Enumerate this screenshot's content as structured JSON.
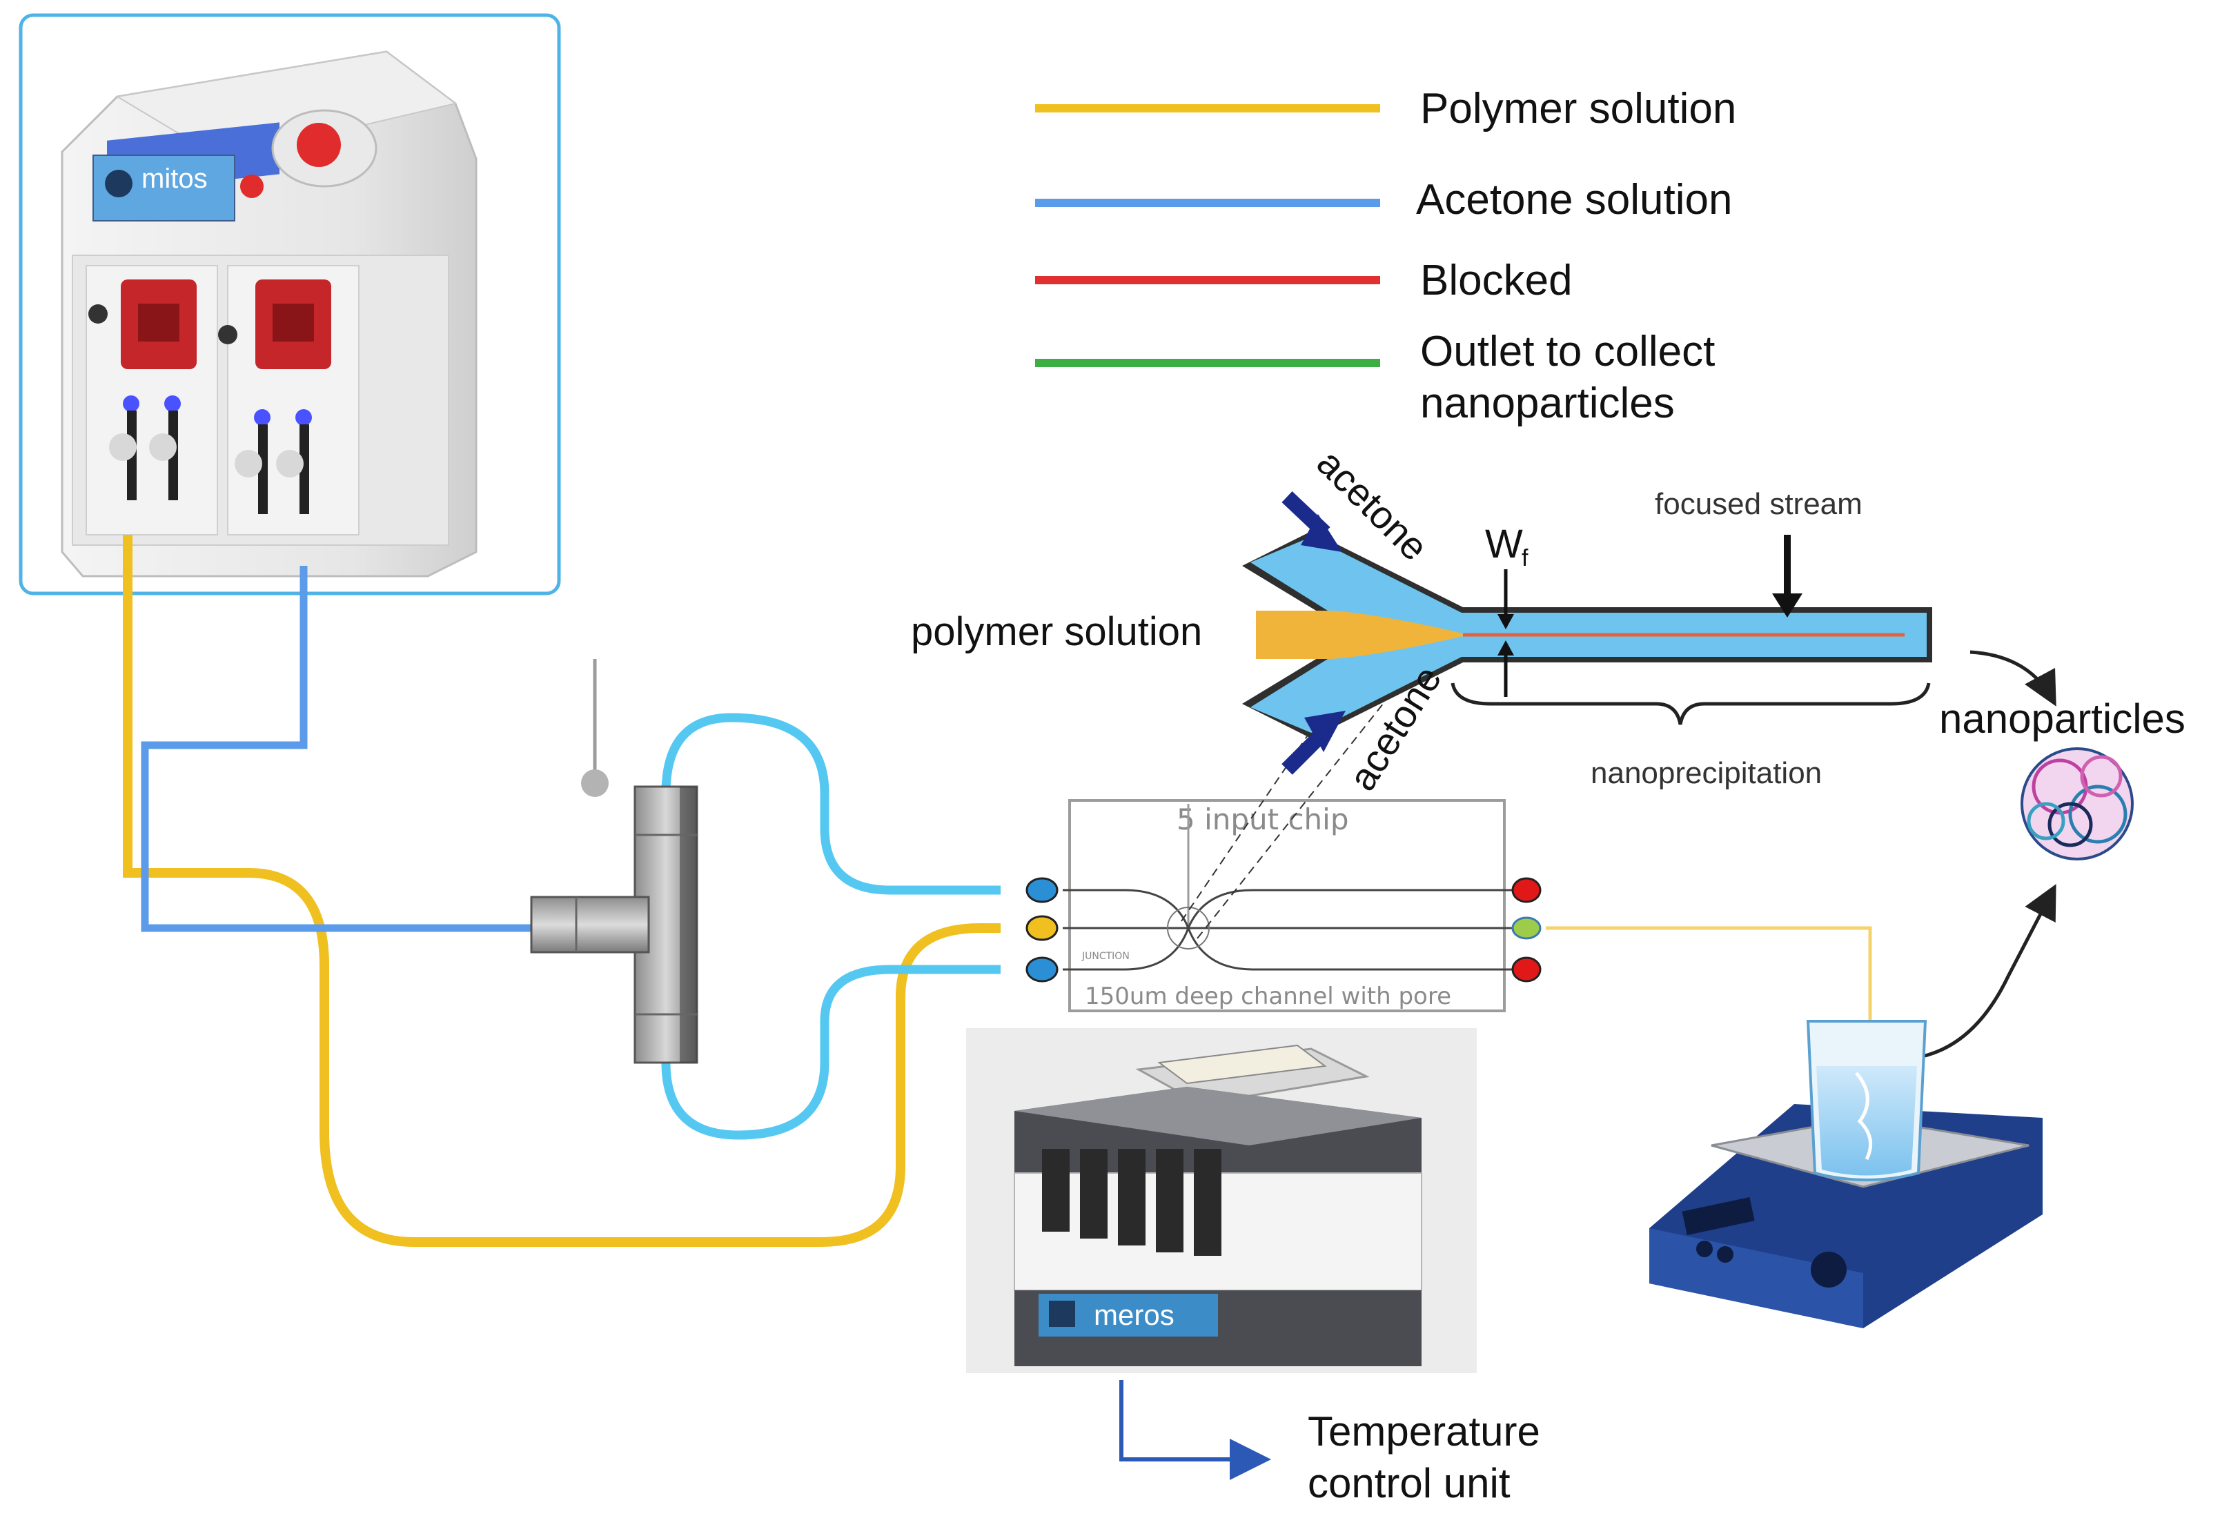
{
  "legend": {
    "items": [
      {
        "label": "Polymer solution",
        "color": "#f0c020"
      },
      {
        "label": "Acetone solution",
        "color": "#5b9bea"
      },
      {
        "label": "Blocked",
        "color": "#e03030"
      },
      {
        "label": "Outlet to collect",
        "label2": "nanoparticles",
        "color": "#3cae44"
      }
    ]
  },
  "pump": {
    "brand": "mitos"
  },
  "flow_focus": {
    "acetone_top": "acetone",
    "acetone_bottom": "acetone",
    "width_label": "W",
    "width_sub": "f",
    "focused_stream": "focused stream",
    "polymer_solution": "polymer solution",
    "nanoprecipitation": "nanoprecipitation"
  },
  "chip": {
    "title": "5 input chip",
    "junction": "JUNCTION",
    "caption": "150um deep channel with pore"
  },
  "nanoparticles_label": "nanoparticles",
  "temperature_unit": {
    "line1": "Temperature",
    "line2": "control unit",
    "brand": "meros"
  },
  "colors": {
    "polymer": "#f0c020",
    "acetone": "#5b9bea",
    "tube_acetone": "#55c8f2",
    "blocked": "#e03030",
    "outlet": "#3cae44"
  }
}
